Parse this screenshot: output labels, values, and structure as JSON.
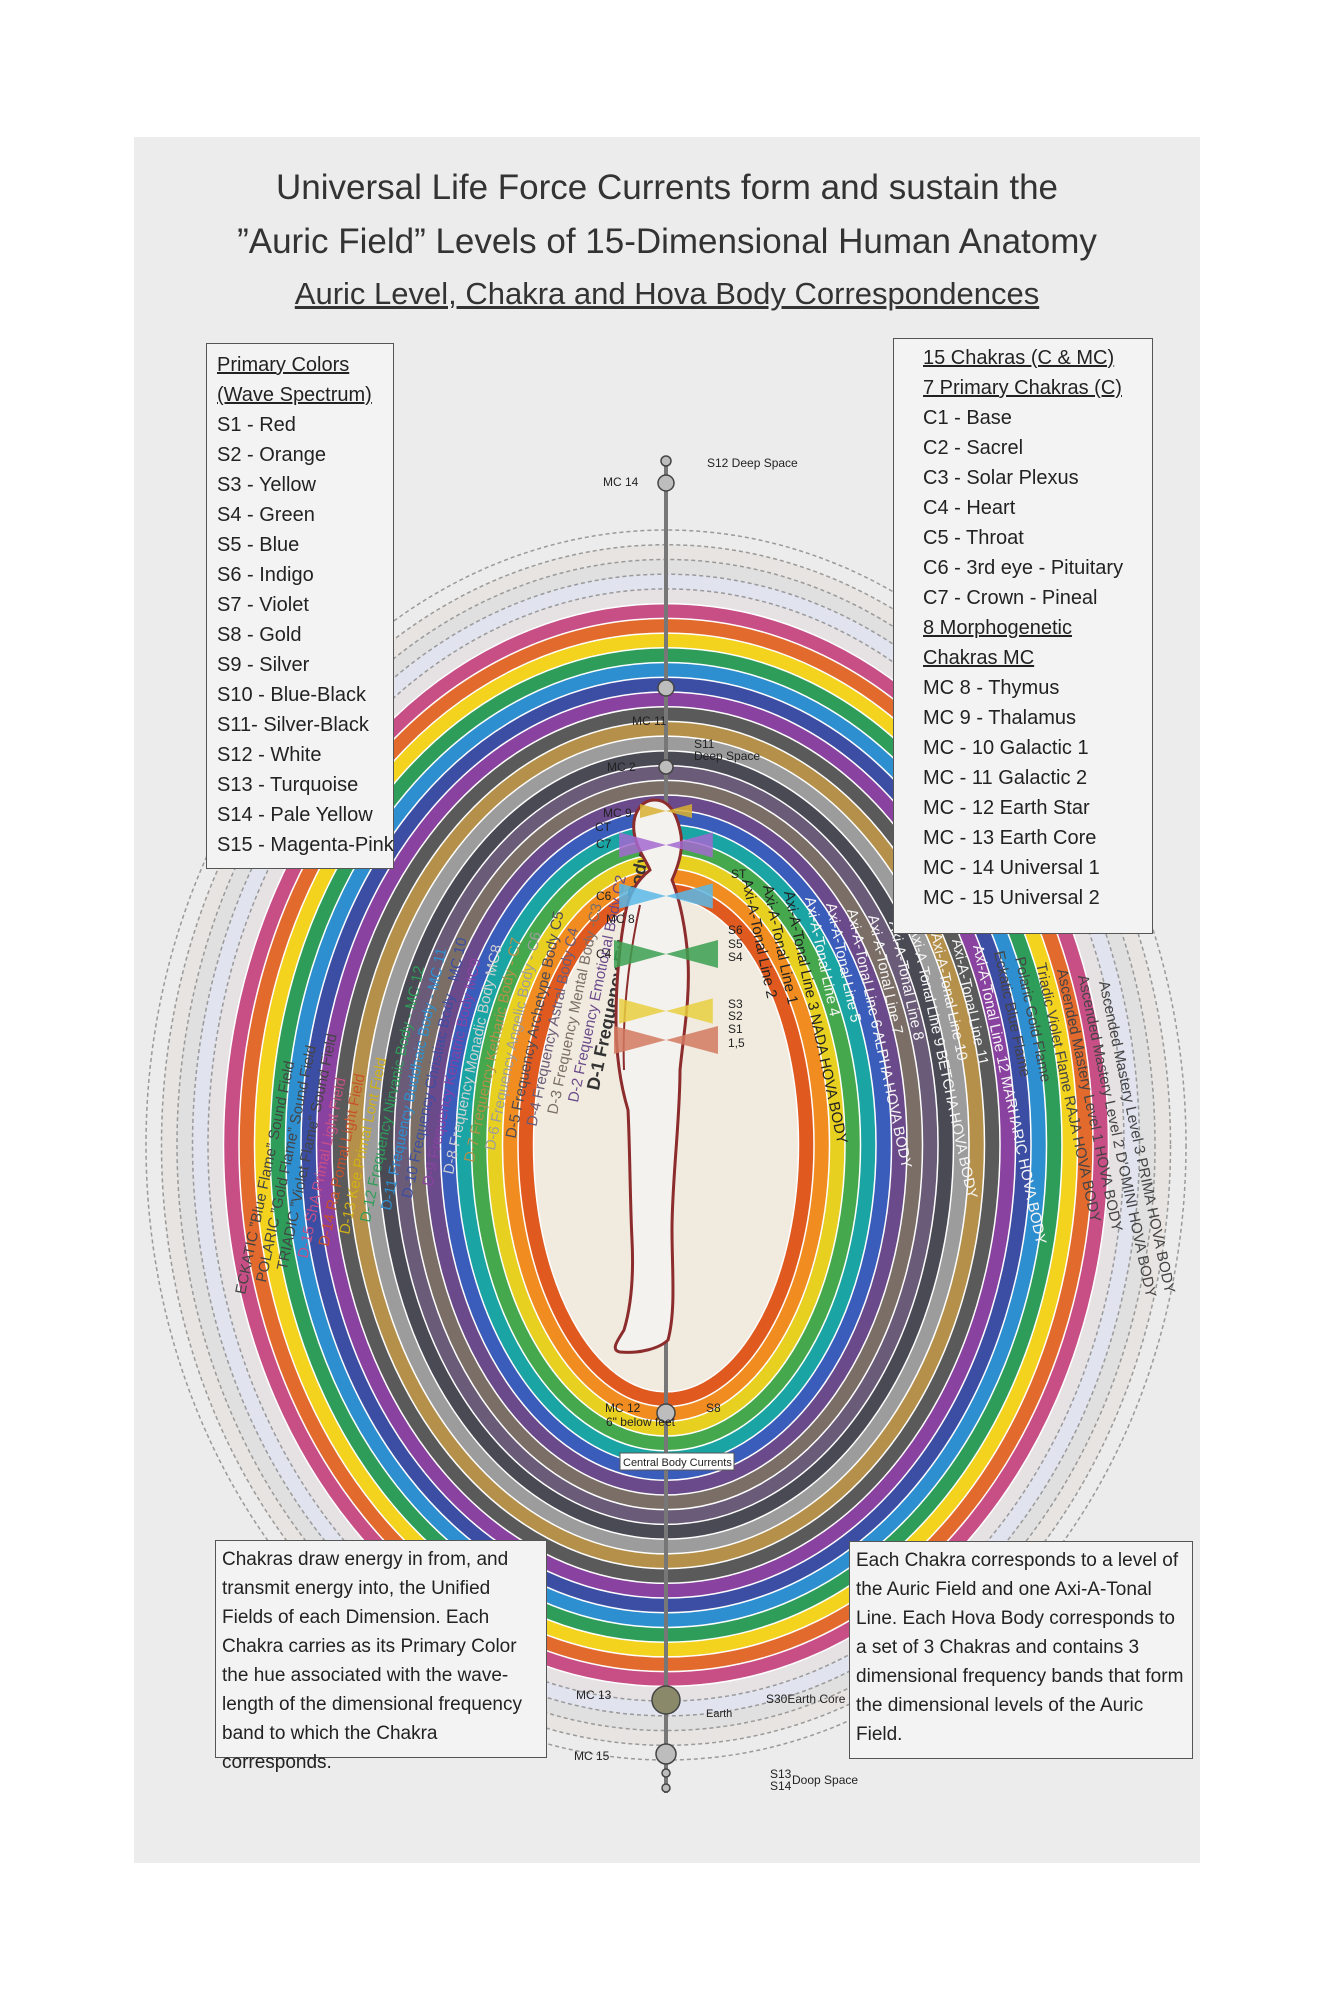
{
  "title": {
    "line1": "Universal Life Force Currents form and sustain the",
    "line2": "”Auric Field” Levels of 15-Dimensional Human Anatomy",
    "line3": "Auric Level, Chakra and Hova Body Correspondences"
  },
  "primary_colors": {
    "heading1": "Primary Colors",
    "heading2": "(Wave Spectrum)",
    "items": [
      "S1 - Red",
      "S2 - Orange",
      "S3 - Yellow",
      "S4 - Green",
      "S5 - Blue",
      "S6 - Indigo",
      "S7 - Violet",
      "S8 - Gold",
      "S9 - Silver",
      "S10 - Blue-Black",
      "S11- Silver-Black",
      "S12 - White",
      "S13 - Turquoise",
      "S14 - Pale Yellow",
      "S15 - Magenta-Pink"
    ]
  },
  "chakras": {
    "heading1": "15 Chakras (C & MC)",
    "heading2": "7 Primary Chakras (C)",
    "primary": [
      "C1 - Base",
      "C2 - Sacrel",
      "C3 - Solar Plexus",
      "C4 - Heart",
      "C5 - Throat",
      "C6 - 3rd eye - Pituitary",
      "C7 - Crown - Pineal"
    ],
    "heading3": "8 Morphogenetic",
    "heading4": "Chakras MC",
    "morpho": [
      "MC 8 - Thymus",
      "MC 9 - Thalamus",
      "MC - 10 Galactic 1",
      "MC - 11 Galactic 2",
      "MC - 12 Earth Star",
      "MC - 13 Earth Core",
      "MC - 14 Universal 1",
      "MC - 15 Universal 2"
    ]
  },
  "notes": {
    "left": "Chakras draw energy in from, and transmit energy into, the Unified Fields of each Dimension. Each Chakra carries as its Primary Color the hue associated with the wave-length of the dimensional frequency band to which the Chakra corresponds.",
    "right": "Each Chakra corresponds to a level of the Auric Field and one Axi-A-Tonal Line. Each Hova Body corresponds to a set of 3 Chakras and contains 3 dimensional frequency bands that form the dimensional levels of the Auric Field."
  },
  "axis_labels": {
    "s12": "S12 Deep Space",
    "mc14": "MC 14",
    "mc11": "MC 11",
    "s11": "S11",
    "s11b": "Deep Space",
    "mc2": "MC 2",
    "mc9": "MC 9",
    "ct": "CT",
    "c7": "C7",
    "c6": "C6",
    "mc8": "MC 8",
    "c4": "C4",
    "st": "ST",
    "s6": "S6",
    "s5": "S5",
    "s4": "S4",
    "s3": "S3",
    "s2": "S2",
    "s1": "S1",
    "s15": "1,5",
    "mc12": "MC 12",
    "below_feet": "6\" below feet",
    "s8": "S8",
    "central": "Central Body Currents",
    "mc13": "MC 13",
    "s30": "S30Earth Core",
    "earth": "Earth",
    "mc15": "MC 15",
    "s13": "S13",
    "s14": "S14",
    "doop": "Doop Space"
  },
  "left_bands": [
    "ECKATIC ”Blue Flame” Sound Field",
    "POLARIC ”Gold Flame” Sound Field",
    "TRIADIC ”Violet Flame” Sound Field",
    "D-15 ShA Primal Light Field",
    "D-14 Ra Pomal Light Field",
    "D-13 Kee Primal Lont Field",
    "D-12 Frequency Nirvanic Body - MC 12",
    "D-11 Frequency Buddhaic Body - MC 11",
    "D-10 Frequency Christiac Body - MC 10",
    "D-9 Frequency Kenatric Body MC9",
    "D-8 Frequency Monadic Body MC8",
    "D-7 Frequency Ketharic Body - C7",
    "D-6 Frequency Angelic Body - C6",
    "D-5 Frequency Archetype Body C5",
    "D-4 Frequency Astral Body C4",
    "D-3 Frequency Mental Body -C3",
    "D-2 Frequency Emotional Body C2",
    "D-1 Frequency Etheric Body"
  ],
  "right_bands": [
    "Axi-A-Tonal Line 2",
    "Axi-A-Tonal Line 1",
    "Axi-A-Tonal Line 3 NADA HOVA BODY",
    "Axi-A-Tonal Line 4",
    "Axi-A-Tonal Line 5",
    "Axi-A-Tonal Line 6 ALPHA HOVA BODY",
    "Axi-A-Tonal Line 7",
    "Axi-A-Tonal Line 8",
    "Axi-A-Tonal Line 9 BETCHA HOVA BODY",
    "Axi-A-Tonal Line 10",
    "Axi-A-Tonal Line 11",
    "Axi-A-Tonal Line 12 MARHARIC HOVA BODY",
    "Eckatic Blue Flame",
    "Polaric Gold Flame",
    "Triadic Violet Flame RAJA HOVA BODY",
    "Ascended Mastery Level 1 HOVA BODY",
    "Ascended Mastery Level 2 D'OMINI HOVA BODY",
    "Ascended Mastery Level 3 PRIMA HOVA BODY"
  ],
  "colors": {
    "rings": [
      "#ececec",
      "#e8e4e1",
      "#e0e0e0",
      "#e1e3ef",
      "#e6e2e4",
      "#c74f86",
      "#e26a2d",
      "#f3d31e",
      "#2e9d5a",
      "#2e8fd0",
      "#3c4ea4",
      "#8a42a0",
      "#5a5a5a",
      "#b5904a",
      "#9c9c9c",
      "#4a4a55",
      "#6a5c78",
      "#7a6e66",
      "#6a4a8a",
      "#3a5cbb",
      "#1aa4a4",
      "#46a84c",
      "#e8d020",
      "#f08c20",
      "#e05a20",
      "#f1eadf"
    ],
    "band_text": [
      "#444",
      "#444",
      "#444",
      "#c74f86",
      "#c7502a",
      "#d1b115",
      "#2e9d5a",
      "#2e8fd0",
      "#3c4ea4",
      "#8a42a0",
      "#cfcfcf",
      "#b5904a",
      "#9c9c9c",
      "#4a4a55",
      "#6a5c78",
      "#7a6e66",
      "#6a4a8a",
      "#333"
    ]
  }
}
